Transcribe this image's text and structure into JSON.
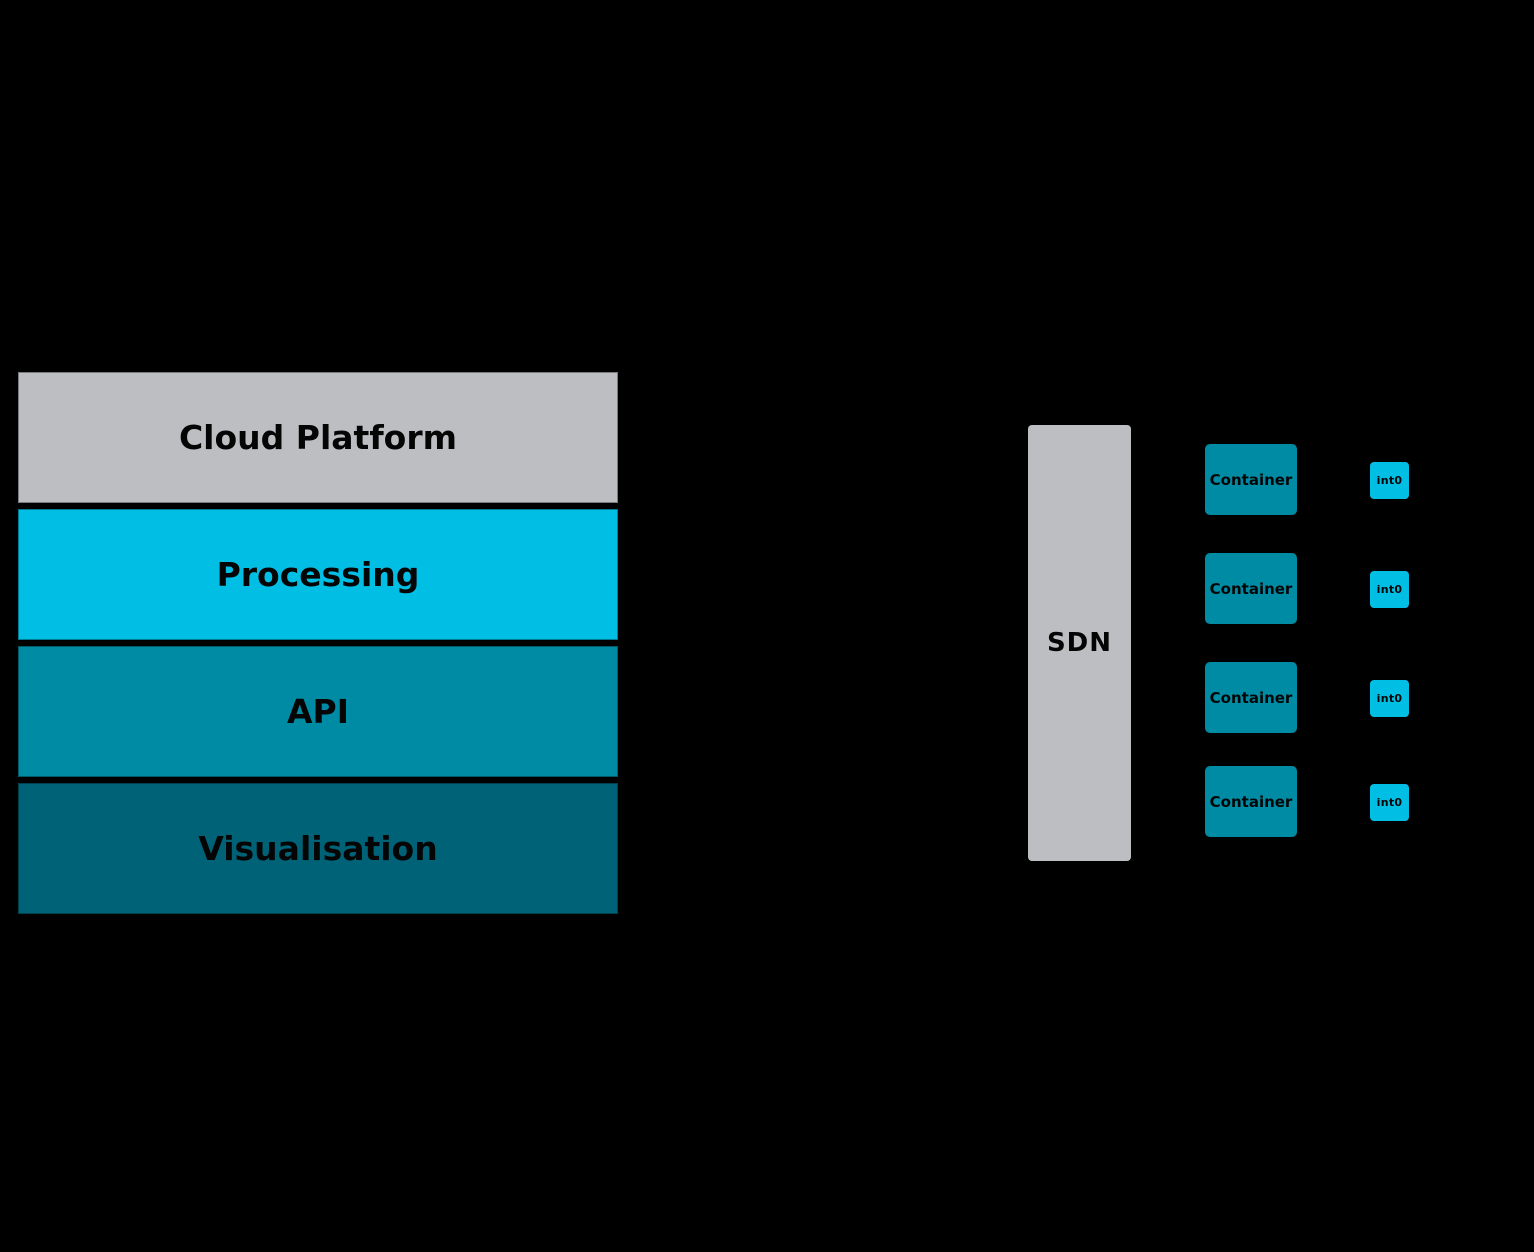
{
  "colors": {
    "background": "#000000",
    "gray": "#bcbec2",
    "cyan": "#00bee4",
    "teal": "#008ba4",
    "dark_teal": "#006276",
    "text": "#050505"
  },
  "stack": {
    "layers": [
      {
        "label": "Cloud Platform",
        "color": "#bcbec2"
      },
      {
        "label": "Processing",
        "color": "#00bee4"
      },
      {
        "label": "API",
        "color": "#008ba4"
      },
      {
        "label": "Visualisation",
        "color": "#006276"
      }
    ]
  },
  "sdn": {
    "label": "SDN",
    "color": "#bcbec2"
  },
  "containers": {
    "box_color": "#008ba4",
    "iface_color": "#00bee4",
    "items": [
      {
        "label": "Container",
        "iface": "int0"
      },
      {
        "label": "Container",
        "iface": "int0"
      },
      {
        "label": "Container",
        "iface": "int0"
      },
      {
        "label": "Container",
        "iface": "int0"
      }
    ]
  }
}
